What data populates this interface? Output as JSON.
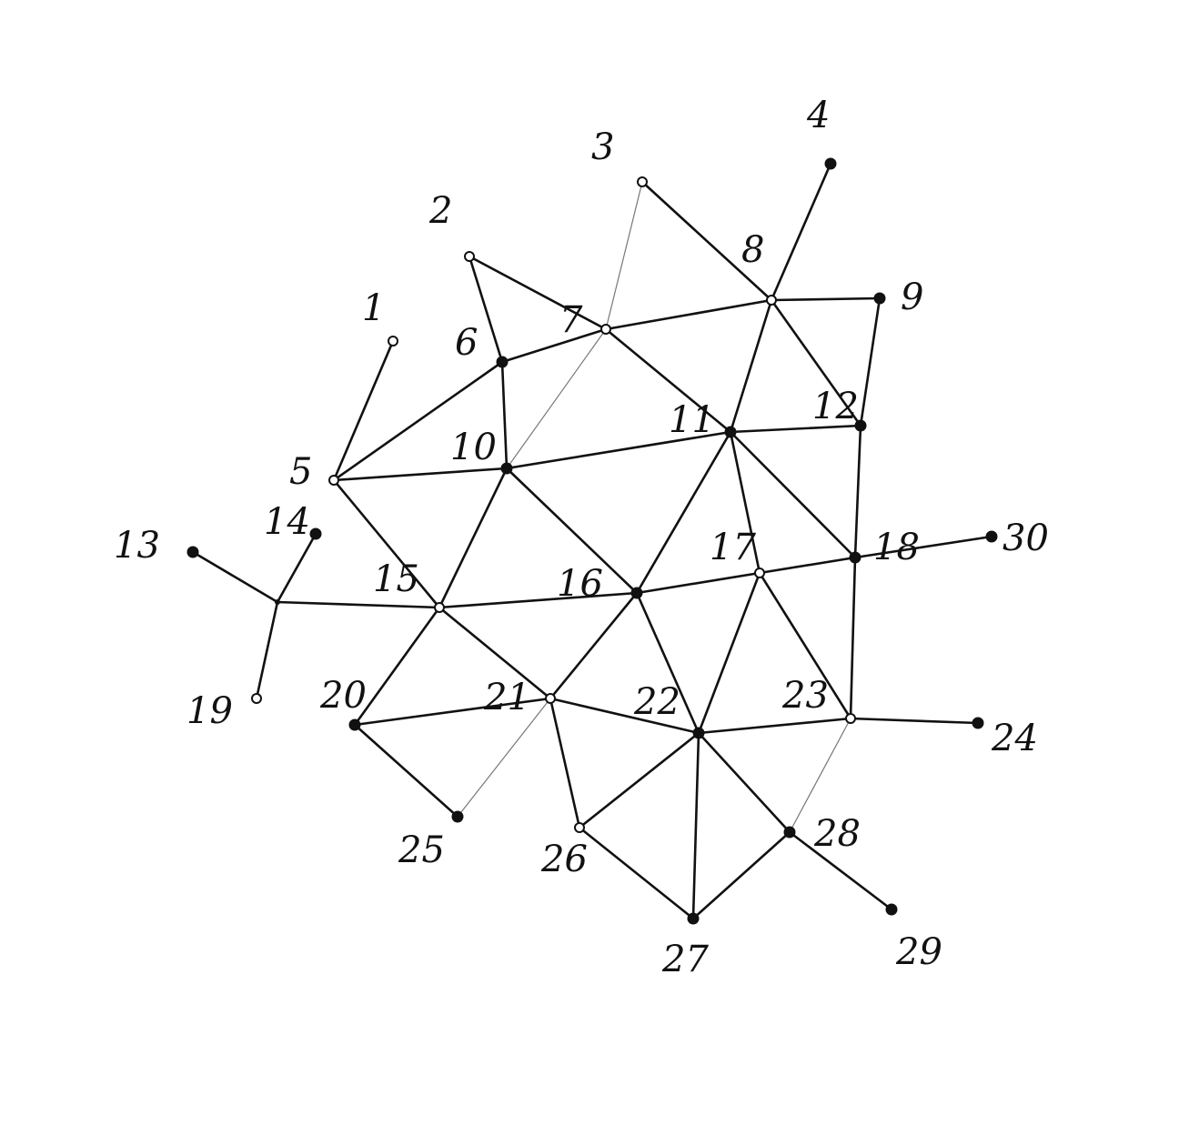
{
  "diagram": {
    "nodes": [
      {
        "id": "1",
        "label": "1",
        "hollow": true
      },
      {
        "id": "2",
        "label": "2",
        "hollow": true
      },
      {
        "id": "3",
        "label": "3",
        "hollow": true
      },
      {
        "id": "4",
        "label": "4",
        "hollow": false
      },
      {
        "id": "5",
        "label": "5",
        "hollow": true
      },
      {
        "id": "6",
        "label": "6",
        "hollow": false
      },
      {
        "id": "7",
        "label": "7",
        "hollow": true
      },
      {
        "id": "8",
        "label": "8",
        "hollow": true
      },
      {
        "id": "9",
        "label": "9",
        "hollow": false
      },
      {
        "id": "10",
        "label": "10",
        "hollow": false
      },
      {
        "id": "11",
        "label": "11",
        "hollow": false
      },
      {
        "id": "12",
        "label": "12",
        "hollow": false
      },
      {
        "id": "13",
        "label": "13",
        "hollow": false
      },
      {
        "id": "14",
        "label": "14",
        "hollow": false
      },
      {
        "id": "15",
        "label": "15",
        "hollow": true
      },
      {
        "id": "16",
        "label": "16",
        "hollow": false
      },
      {
        "id": "17",
        "label": "17",
        "hollow": true
      },
      {
        "id": "18",
        "label": "18",
        "hollow": false
      },
      {
        "id": "19",
        "label": "19",
        "hollow": true
      },
      {
        "id": "20",
        "label": "20",
        "hollow": false
      },
      {
        "id": "21",
        "label": "21",
        "hollow": true
      },
      {
        "id": "22",
        "label": "22",
        "hollow": false
      },
      {
        "id": "23",
        "label": "23",
        "hollow": true
      },
      {
        "id": "24",
        "label": "24",
        "hollow": false
      },
      {
        "id": "25",
        "label": "25",
        "hollow": false
      },
      {
        "id": "26",
        "label": "26",
        "hollow": true
      },
      {
        "id": "27",
        "label": "27",
        "hollow": false
      },
      {
        "id": "28",
        "label": "28",
        "hollow": false
      },
      {
        "id": "29",
        "label": "29",
        "hollow": false
      },
      {
        "id": "30",
        "label": "30",
        "hollow": false
      }
    ],
    "edges": [
      [
        "1",
        "5"
      ],
      [
        "2",
        "6"
      ],
      [
        "2",
        "7"
      ],
      [
        "3",
        "7"
      ],
      [
        "3",
        "8"
      ],
      [
        "4",
        "8"
      ],
      [
        "5",
        "6"
      ],
      [
        "5",
        "10"
      ],
      [
        "5",
        "15"
      ],
      [
        "6",
        "7"
      ],
      [
        "6",
        "10"
      ],
      [
        "7",
        "8"
      ],
      [
        "7",
        "10"
      ],
      [
        "7",
        "11"
      ],
      [
        "8",
        "9"
      ],
      [
        "8",
        "11"
      ],
      [
        "8",
        "12"
      ],
      [
        "9",
        "12"
      ],
      [
        "10",
        "11"
      ],
      [
        "10",
        "15"
      ],
      [
        "10",
        "16"
      ],
      [
        "11",
        "12"
      ],
      [
        "11",
        "16"
      ],
      [
        "11",
        "17"
      ],
      [
        "11",
        "18"
      ],
      [
        "12",
        "18"
      ],
      [
        "13",
        "J"
      ],
      [
        "14",
        "J"
      ],
      [
        "19",
        "J"
      ],
      [
        "J",
        "15"
      ],
      [
        "15",
        "16"
      ],
      [
        "15",
        "20"
      ],
      [
        "15",
        "21"
      ],
      [
        "16",
        "17"
      ],
      [
        "16",
        "21"
      ],
      [
        "16",
        "22"
      ],
      [
        "17",
        "18"
      ],
      [
        "17",
        "22"
      ],
      [
        "17",
        "23"
      ],
      [
        "18",
        "23"
      ],
      [
        "18",
        "30"
      ],
      [
        "20",
        "21"
      ],
      [
        "20",
        "25"
      ],
      [
        "21",
        "22"
      ],
      [
        "21",
        "25"
      ],
      [
        "21",
        "26"
      ],
      [
        "22",
        "23"
      ],
      [
        "22",
        "26"
      ],
      [
        "22",
        "27"
      ],
      [
        "22",
        "28"
      ],
      [
        "23",
        "24"
      ],
      [
        "23",
        "28"
      ],
      [
        "26",
        "27"
      ],
      [
        "27",
        "28"
      ],
      [
        "28",
        "29"
      ]
    ]
  }
}
